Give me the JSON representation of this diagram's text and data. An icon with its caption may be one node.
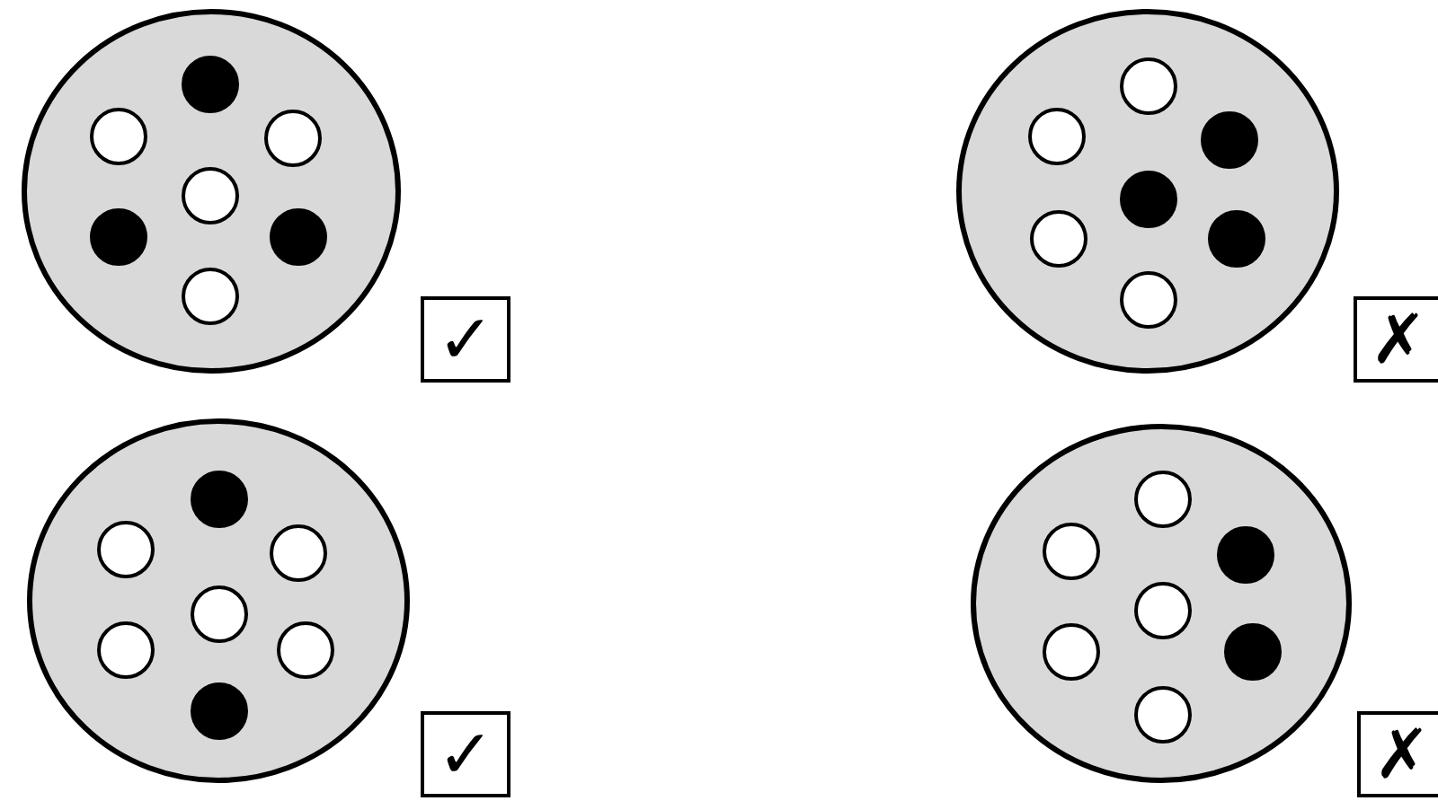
{
  "diagram": {
    "nodes": [
      {
        "text": [],
        "shape": "disc"
      },
      {
        "text": [],
        "shape": "dot",
        "in": 0
      },
      {
        "text": [],
        "shape": "circle",
        "in": 0
      },
      {
        "text": [],
        "shape": "circle",
        "in": 0
      },
      {
        "text": [],
        "shape": "circle",
        "in": 0
      },
      {
        "text": [],
        "shape": "dot",
        "in": 0
      },
      {
        "text": [],
        "shape": "dot",
        "in": 0
      },
      {
        "text": [],
        "shape": "circle",
        "in": 0
      },
      {
        "text": [],
        "shape": "disc"
      },
      {
        "text": [],
        "shape": "circle",
        "in": 8
      },
      {
        "text": [],
        "shape": "circle",
        "in": 8
      },
      {
        "text": [],
        "shape": "dot",
        "in": 8
      },
      {
        "text": [],
        "shape": "dot",
        "in": 8
      },
      {
        "text": [],
        "shape": "circle",
        "in": 8
      },
      {
        "text": [],
        "shape": "dot",
        "in": 8
      },
      {
        "text": [],
        "shape": "circle",
        "in": 8
      },
      {
        "text": [],
        "shape": "disc"
      },
      {
        "text": [],
        "shape": "dot",
        "in": 16
      },
      {
        "text": [],
        "shape": "circle",
        "in": 16
      },
      {
        "text": [],
        "shape": "circle",
        "in": 16
      },
      {
        "text": [],
        "shape": "circle",
        "in": 16
      },
      {
        "text": [],
        "shape": "circle",
        "in": 16
      },
      {
        "text": [],
        "shape": "circle",
        "in": 16
      },
      {
        "text": [],
        "shape": "dot",
        "in": 16
      },
      {
        "text": [],
        "shape": "disc"
      },
      {
        "text": [],
        "shape": "circle",
        "in": 24
      },
      {
        "text": [],
        "shape": "circle",
        "in": 24
      },
      {
        "text": [],
        "shape": "dot",
        "in": 24
      },
      {
        "text": [],
        "shape": "circle",
        "in": 24
      },
      {
        "text": [],
        "shape": "circle",
        "in": 24
      },
      {
        "text": [],
        "shape": "dot",
        "in": 24
      },
      {
        "text": [],
        "shape": "circle",
        "in": 24
      }
    ],
    "labels": [
      "✓",
      "✗",
      "✓",
      "✗"
    ]
  }
}
